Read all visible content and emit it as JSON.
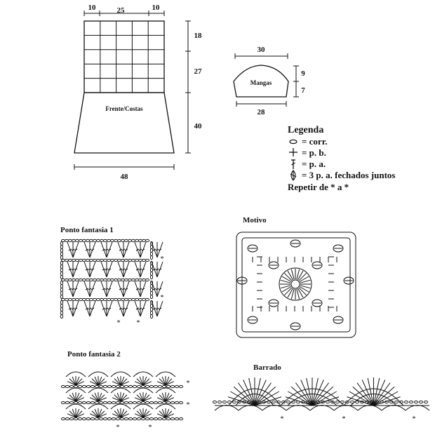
{
  "body_pattern": {
    "label": "Frente/Costas",
    "top_dims": [
      "10",
      "25",
      "10"
    ],
    "side_dims": [
      "18",
      "27",
      "40"
    ],
    "bottom_dim": "48"
  },
  "sleeve_pattern": {
    "label": "Mangas",
    "top_dim": "30",
    "bottom_dim": "28",
    "side_dims": [
      "9",
      "7"
    ]
  },
  "legend": {
    "title": "Legenda",
    "items": [
      {
        "symbol": "chain-icon",
        "text": "= corr."
      },
      {
        "symbol": "single-crochet-icon",
        "text": "= p. b."
      },
      {
        "symbol": "double-crochet-icon",
        "text": "= p. a."
      },
      {
        "symbol": "cluster-icon",
        "text": "= 3 p. a. fechados juntos"
      }
    ],
    "repeat_note": "Repetir de * a *"
  },
  "charts": {
    "ponto1": "Ponto fantasia 1",
    "motivo": "Motivo",
    "ponto2": "Ponto fantasia 2",
    "barrado": "Barrado"
  }
}
